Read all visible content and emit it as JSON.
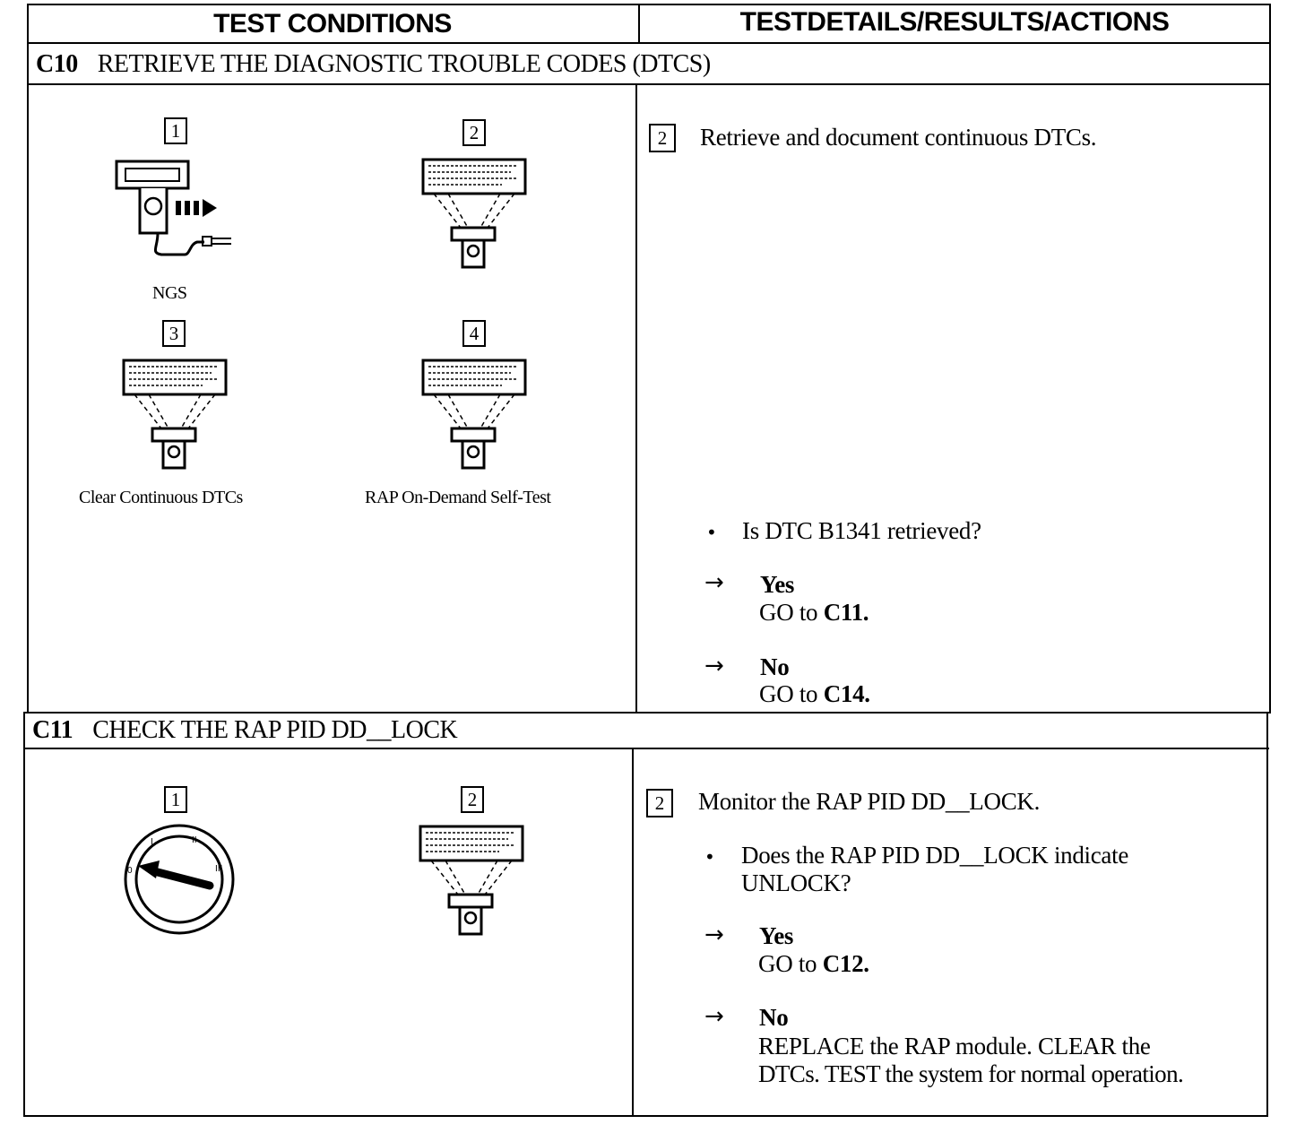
{
  "header": {
    "col1": "TEST CONDITIONS",
    "col2": "TESTDETAILS/RESULTS/ACTIONS"
  },
  "c10": {
    "code": "C10",
    "title": "RETRIEVE THE DIAGNOSTIC TROUBLE CODES (DTCS)",
    "steps": [
      "1",
      "2",
      "3",
      "4"
    ],
    "captions": {
      "ngs": "NGS",
      "clear": "Clear Continuous DTCs",
      "selftest": "RAP On-Demand Self-Test"
    },
    "detail_step": "2",
    "detail_text": "Retrieve and document continuous DTCs.",
    "question": "Is DTC B1341 retrieved?",
    "yes_label": "Yes",
    "yes_prefix": "GO to",
    "yes_target": "C11.",
    "no_label": "No",
    "no_prefix": "GO to",
    "no_target": "C14."
  },
  "c11": {
    "code": "C11",
    "title": "CHECK THE RAP PID DD__LOCK",
    "steps": [
      "1",
      "2"
    ],
    "detail_step": "2",
    "detail_text": "Monitor the RAP PID DD__LOCK.",
    "question_line1": "Does the RAP PID DD__LOCK indicate",
    "question_line2": "UNLOCK?",
    "yes_label": "Yes",
    "yes_prefix": "GO to",
    "yes_target": "C12.",
    "no_label": "No",
    "no_line1": "REPLACE the RAP module. CLEAR the",
    "no_line2": "DTCs. TEST the system for normal operation."
  },
  "icons": [
    "ngs-scan-tool-connect-icon",
    "scan-tool-screen-icon",
    "ignition-key-icon"
  ]
}
